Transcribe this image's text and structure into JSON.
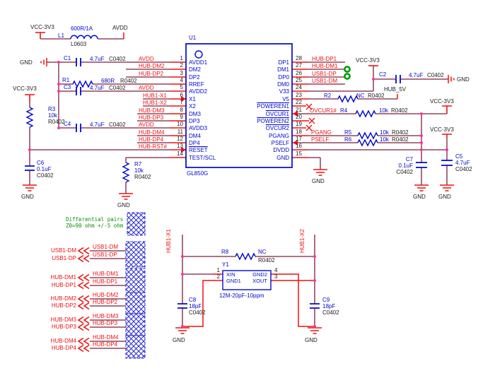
{
  "power": {
    "vcc": "VCC-3V3",
    "gnd": "GND",
    "avdd": "AVDD",
    "hub5v": "HUB_5V"
  },
  "ic": {
    "designator": "U1",
    "part": "GL850G",
    "left_pins": [
      {
        "num": "1",
        "name": "AVDD1"
      },
      {
        "num": "2",
        "name": "DM2"
      },
      {
        "num": "3",
        "name": "DP2"
      },
      {
        "num": "4",
        "name": "RREF"
      },
      {
        "num": "5",
        "name": "AVDD2"
      },
      {
        "num": "6",
        "name": "X1"
      },
      {
        "num": "7",
        "name": "X2"
      },
      {
        "num": "8",
        "name": "DM3"
      },
      {
        "num": "9",
        "name": "DP3"
      },
      {
        "num": "10",
        "name": "AVDD3"
      },
      {
        "num": "11",
        "name": "DM4"
      },
      {
        "num": "12",
        "name": "DP4"
      },
      {
        "num": "13",
        "name": "RESET"
      },
      {
        "num": "14",
        "name": "TEST/SCL"
      }
    ],
    "right_pins": [
      {
        "num": "28",
        "name": "DP1"
      },
      {
        "num": "27",
        "name": "DM1"
      },
      {
        "num": "26",
        "name": "DP0"
      },
      {
        "num": "25",
        "name": "DM0"
      },
      {
        "num": "24",
        "name": "V33"
      },
      {
        "num": "23",
        "name": "V5"
      },
      {
        "num": "22",
        "name": "POWEREN1"
      },
      {
        "num": "21",
        "name": "OVCUR1"
      },
      {
        "num": "20",
        "name": "POWEREN2"
      },
      {
        "num": "19",
        "name": "OVCUR2"
      },
      {
        "num": "18",
        "name": "PGANG"
      },
      {
        "num": "17",
        "name": "PSELF"
      },
      {
        "num": "16",
        "name": "DVDD"
      },
      {
        "num": "15",
        "name": "GND"
      }
    ]
  },
  "components": {
    "l1": {
      "ref": "L1",
      "value": "600R/1A",
      "footprint": "L0603"
    },
    "r1": {
      "ref": "R1",
      "value": "680R",
      "footprint": "R0402"
    },
    "r2": {
      "ref": "R2",
      "value": "NC",
      "footprint": "R0402"
    },
    "r3": {
      "ref": "R3",
      "value": "10k",
      "footprint": "R0402"
    },
    "r4": {
      "ref": "R4",
      "value": "10k",
      "footprint": "R0402"
    },
    "r5": {
      "ref": "R5",
      "value": "10k",
      "footprint": "R0402"
    },
    "r6": {
      "ref": "R6",
      "value": "10k",
      "footprint": "R0402"
    },
    "r7": {
      "ref": "R7",
      "value": "10k",
      "footprint": "R0402"
    },
    "r8": {
      "ref": "R8",
      "value": "NC",
      "footprint": "R0402"
    },
    "c1": {
      "ref": "C1",
      "value": "4.7uF",
      "footprint": "C0402"
    },
    "c2": {
      "ref": "C2",
      "value": "4.7uF",
      "footprint": "C0402"
    },
    "c3": {
      "ref": "C3",
      "value": "4.7uF",
      "footprint": "C0402"
    },
    "c4": {
      "ref": "C4",
      "value": "4.7uF",
      "footprint": "C0402"
    },
    "c5": {
      "ref": "C5",
      "value": "4.7uF",
      "footprint": "C0402"
    },
    "c6": {
      "ref": "C6",
      "value": "0.1uF",
      "footprint": "C0402"
    },
    "c7": {
      "ref": "C7",
      "value": "0.1uF",
      "footprint": "C0402"
    },
    "c8": {
      "ref": "C8",
      "value": "18pF",
      "footprint": "C0402"
    },
    "c9": {
      "ref": "C9",
      "value": "18pF",
      "footprint": "C0402"
    },
    "y1": {
      "ref": "Y1",
      "value": "12M-20pF-10ppm",
      "p1": "1",
      "p2": "2",
      "p3": "3",
      "p4": "4",
      "xin": "XIN",
      "gnd1": "GND1",
      "gnd2": "GND2",
      "xout": "XOUT"
    }
  },
  "nets": {
    "avdd": "AVDD",
    "hub_dm2": "HUB-DM2",
    "hub_dp2": "HUB-DP2",
    "hub1_x1": "HUB1-X1",
    "hub1_x2": "HUB1-X2",
    "hub_dm3": "HUB-DM3",
    "hub_dp3": "HUB-DP3",
    "hub_dm4": "HUB-DM4",
    "hub_dp4": "HUB-DP4",
    "hub_rst": "HUB-RST#",
    "hub_dp1": "HUB-DP1",
    "hub_dm1": "HUB-DM1",
    "usb1_dp": "USB1-DP",
    "usb1_dm": "USB1-DM",
    "ovcur1": "OVCUR1#",
    "pgang": "PGANG",
    "pself": "PSELF",
    "hub_5v": "HUB_5V"
  },
  "notes": {
    "line1": "Differential pairs",
    "line2": "Z0=90 ohm +/-5 ohm"
  }
}
